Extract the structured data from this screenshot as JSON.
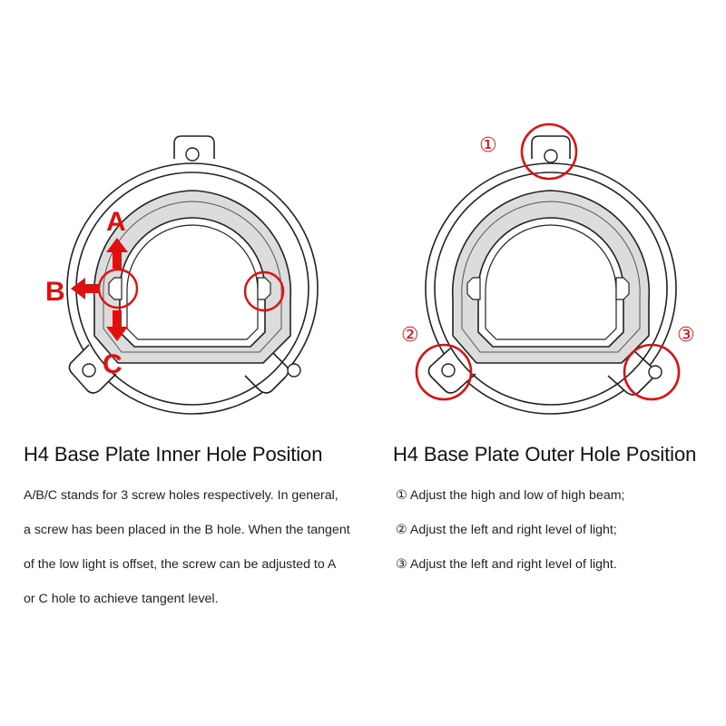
{
  "left_panel": {
    "title": "H4 Base Plate Inner Hole Position",
    "labels": {
      "a": "A",
      "b": "B",
      "c": "C"
    },
    "lines": [
      "A/B/C stands for 3 screw holes respectively. In general,",
      "a screw has been placed in the B hole. When the tangent",
      "of the low light is offset, the screw can be adjusted to A",
      "or C hole to achieve tangent level."
    ]
  },
  "right_panel": {
    "title": "H4 Base Plate Outer Hole Position",
    "markers": [
      "①",
      "②",
      "③"
    ],
    "lines": [
      "① Adjust the high and low of high beam;",
      "② Adjust the left and right level of light;",
      "③ Adjust the left and right level of light."
    ]
  },
  "colors": {
    "highlight": "#e01010",
    "line": "#222222",
    "fill": "#dcdcdc"
  }
}
